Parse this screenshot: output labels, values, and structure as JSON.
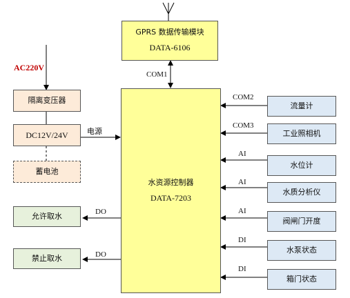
{
  "gprs_module": {
    "name": "GPRS 数据传输模块",
    "model": "DATA-6106"
  },
  "controller": {
    "name": "水资源控制器",
    "model": "DATA-7203"
  },
  "power": {
    "ac_label": "AC220V",
    "transformer": "隔离变压器",
    "dc": "DC12V/24V",
    "battery": "蓄电池",
    "power_label": "电源"
  },
  "com1_label": "COM1",
  "inputs": [
    {
      "port": "COM2",
      "name": "流量计"
    },
    {
      "port": "COM3",
      "name": "工业照相机"
    },
    {
      "port": "AI",
      "name": "水位计"
    },
    {
      "port": "AI",
      "name": "水质分析仪"
    },
    {
      "port": "AI",
      "name": "阀闸门开度"
    },
    {
      "port": "DI",
      "name": "水泵状态"
    },
    {
      "port": "DI",
      "name": "箱门状态"
    }
  ],
  "outputs": [
    {
      "port": "DO",
      "name": "允许取水"
    },
    {
      "port": "DO",
      "name": "禁止取水"
    }
  ]
}
